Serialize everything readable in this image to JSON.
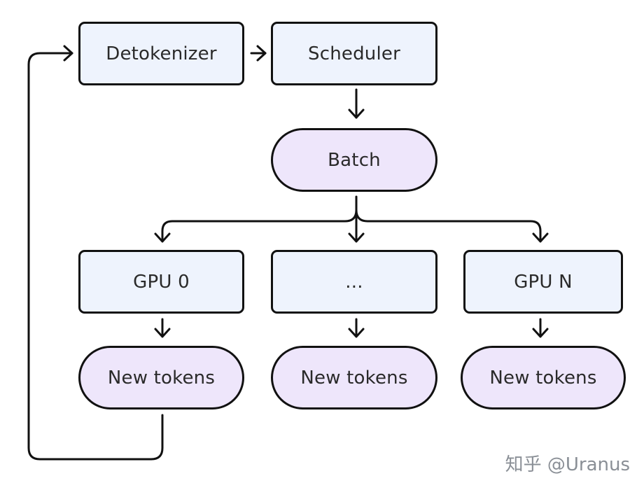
{
  "nodes": {
    "detokenizer": "Detokenizer",
    "scheduler": "Scheduler",
    "batch": "Batch",
    "gpu_0": "GPU 0",
    "gpu_mid": "...",
    "gpu_n": "GPU N",
    "new_tokens_0": "New tokens",
    "new_tokens_mid": "New tokens",
    "new_tokens_n": "New tokens"
  },
  "watermark": "知乎 @Uranus",
  "colors": {
    "box_fill": "#eef3fd",
    "pill_fill": "#eee6fb",
    "stroke": "#111111"
  }
}
